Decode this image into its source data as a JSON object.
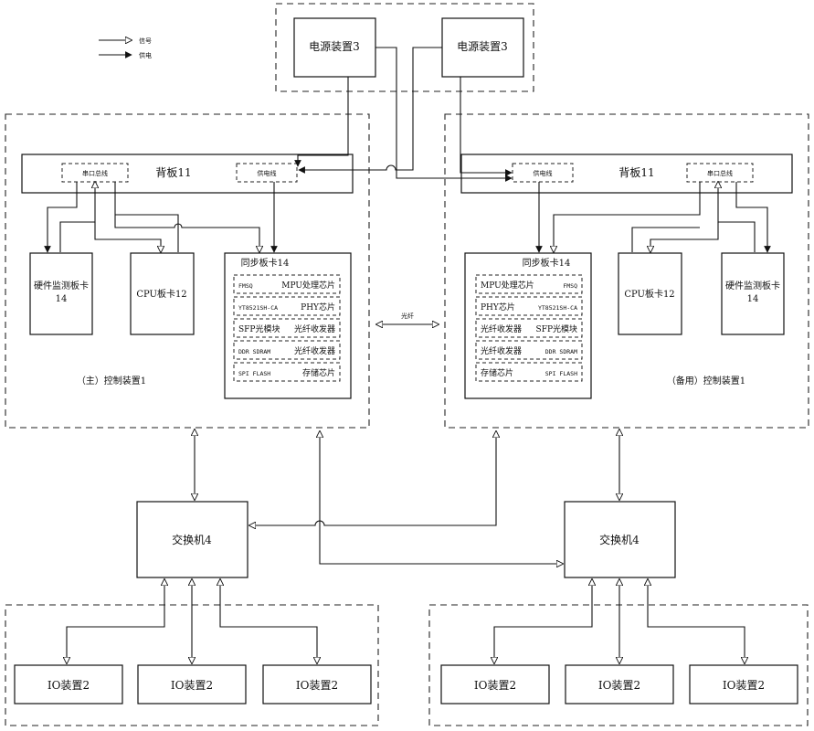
{
  "legend": {
    "signal": "信号",
    "power": "供电"
  },
  "power": {
    "left": "电源装置3",
    "right": "电源装置3"
  },
  "left_ctrl": {
    "label": "（主）控制装置1",
    "backplane": "背板11",
    "serial_bus": "串口总线",
    "power_line": "供电线",
    "hw_monitor_l1": "硬件监测板卡",
    "hw_monitor_l2": "14",
    "cpu": "CPU板卡12",
    "sync": "同步板卡14",
    "rows": [
      {
        "a": "FMSQ",
        "b": "MPU处理芯片"
      },
      {
        "a": "YT8521SH-CA",
        "b": "PHY芯片"
      },
      {
        "a": "SFP光模块",
        "b": "光纤收发器"
      },
      {
        "a": "DDR SDRAM",
        "b": "光纤收发器"
      },
      {
        "a": "SPI FLASH",
        "b": "存储芯片"
      }
    ]
  },
  "right_ctrl": {
    "label": "（备用）控制装置1",
    "backplane": "背板11",
    "serial_bus": "串口总线",
    "power_line": "供电线",
    "hw_monitor_l1": "硬件监测板卡",
    "hw_monitor_l2": "14",
    "cpu": "CPU板卡12",
    "sync": "同步板卡14",
    "rows": [
      {
        "a": "MPU处理芯片",
        "b": "FMSQ"
      },
      {
        "a": "PHY芯片",
        "b": "YT8521SH-CA"
      },
      {
        "a": "光纤收发器",
        "b": "SFP光模块"
      },
      {
        "a": "光纤收发器",
        "b": "DDR SDRAM"
      },
      {
        "a": "存储芯片",
        "b": "SPI FLASH"
      }
    ]
  },
  "fiber": "光纤",
  "switch_left": "交换机4",
  "switch_right": "交换机4",
  "io": [
    "IO装置2",
    "IO装置2",
    "IO装置2",
    "IO装置2",
    "IO装置2",
    "IO装置2"
  ]
}
